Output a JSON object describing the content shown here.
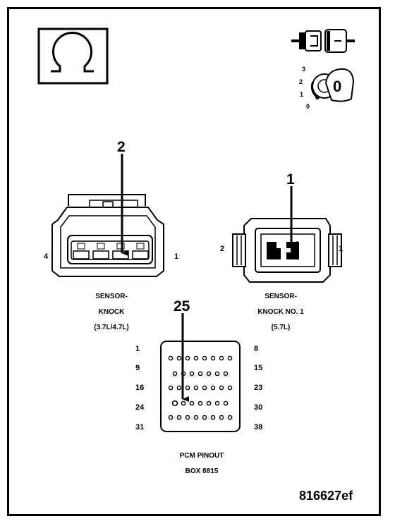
{
  "figure_id": "816627ef",
  "ignition_scale": [
    "3",
    "2",
    "1",
    "0"
  ],
  "ignition_key_label": "0",
  "connectors": [
    {
      "callout": "2",
      "name_lines": [
        "SENSOR-",
        "KNOCK",
        "(3.7L/4.7L)"
      ],
      "pin_left": "4",
      "pin_right": "1"
    },
    {
      "callout": "1",
      "name_lines": [
        "SENSOR-",
        "KNOCK NO. 1",
        "(5.7L)"
      ],
      "pin_left": "2",
      "pin_right": "1"
    }
  ],
  "pcm": {
    "callout": "25",
    "left_numbers": [
      "1",
      "9",
      "16",
      "24",
      "31"
    ],
    "right_numbers": [
      "8",
      "15",
      "23",
      "30",
      "38"
    ],
    "row_counts": [
      8,
      7,
      8,
      7,
      8
    ],
    "highlighted_row": 3,
    "highlighted_index": 0,
    "caption_lines": [
      "PCM PINOUT",
      "BOX 8815"
    ]
  }
}
